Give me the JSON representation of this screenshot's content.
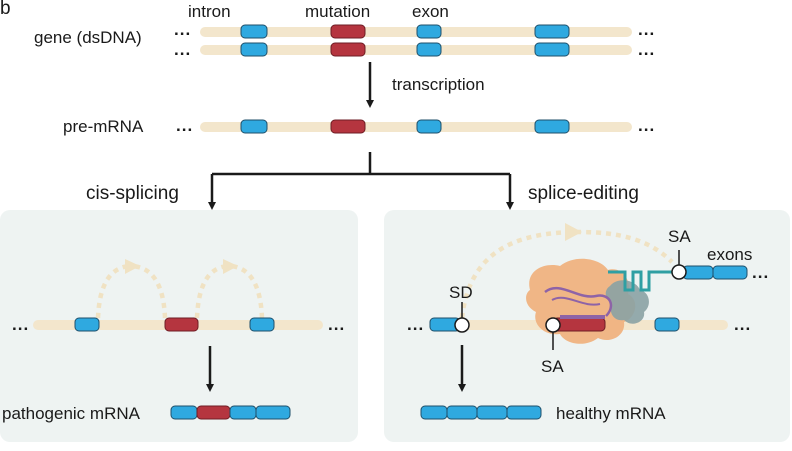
{
  "figure": {
    "panel_letter": "b",
    "labels": {
      "intron": "intron",
      "mutation": "mutation",
      "exon": "exon",
      "gene": "gene (dsDNA)",
      "transcription": "transcription",
      "pre_mrna": "pre-mRNA",
      "cis_splicing": "cis-splicing",
      "splice_editing": "splice-editing",
      "sa_top": "SA",
      "exons": "exons",
      "sd": "SD",
      "sa_bottom": "SA",
      "pathogenic": "pathogenic mRNA",
      "healthy": "healthy mRNA",
      "ellipsis": "..."
    },
    "colors": {
      "strand": "#f3e6cc",
      "exon": "#2fa9e0",
      "mutation": "#b5353f",
      "panel_bg": "#eef3f2",
      "arc": "#f0e2c3",
      "protein_orange": "#efb27f",
      "protein_gray": "#8aa2a4",
      "guide_purple": "#8e63a7",
      "guide_teal": "#2f9fa3"
    }
  }
}
